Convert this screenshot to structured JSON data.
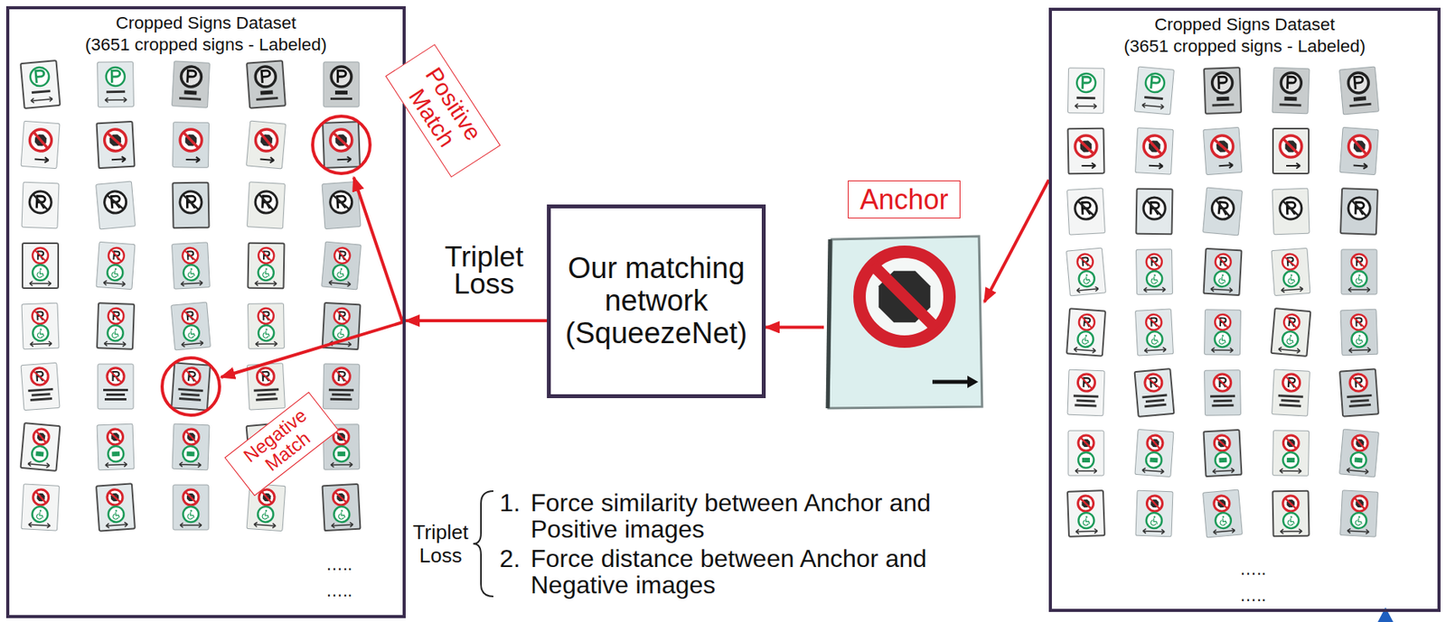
{
  "diagram": {
    "nodes": [
      {
        "text": [
          "Cropped Signs Dataset",
          "(3651 cropped signs - Labeled)"
        ]
      },
      {
        "text": [
          "Positive Match"
        ]
      },
      {
        "text": [
          "Negative Match"
        ],
        "in": 0
      },
      {
        "text": [
          "Our matching network (SqueezeNet)"
        ]
      },
      {
        "text": [
          "Anchor"
        ]
      },
      {
        "text": [
          "Cropped Signs Dataset",
          "(3651 cropped signs - Labeled)"
        ]
      }
    ],
    "edges": [
      {
        "from": 3,
        "to": 0,
        "arrow": "to",
        "label": "Triplet Loss"
      },
      {
        "from": 4,
        "to": 3,
        "arrow": "to"
      },
      {
        "from": 5,
        "to": 4,
        "arrow": "to"
      }
    ],
    "labels": [
      "Triplet Loss",
      "1.",
      "Force similarity between Anchor and Positive images",
      "2.",
      "Force distance between Anchor and Negative images",
      "…..",
      "…..",
      "…..",
      "….."
    ]
  }
}
